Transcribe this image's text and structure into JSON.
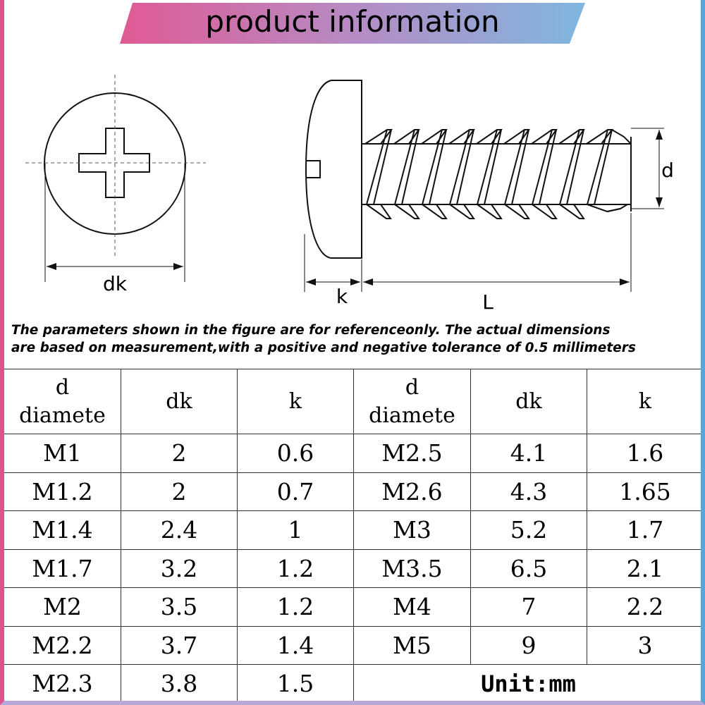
{
  "banner": {
    "title": "product information",
    "gradient_start": "#e05a94",
    "gradient_end": "#7fb7df"
  },
  "figure": {
    "labels": {
      "dk": "dk",
      "k": "k",
      "L": "L",
      "d": "d"
    }
  },
  "note": {
    "line1": "The parameters shown in the figure  are for referenceonly. The actual dimensions",
    "line2": "are based on measurement,with a positive and negative tolerance of 0.5 millimeters"
  },
  "table": {
    "headers": {
      "d_top": "d",
      "d_bottom": "diamete",
      "dk": "dk",
      "k": "k"
    },
    "rows": [
      [
        "M1",
        "2",
        "0.6",
        "M2.5",
        "4.1",
        "1.6"
      ],
      [
        "M1.2",
        "2",
        "0.7",
        "M2.6",
        "4.3",
        "1.65"
      ],
      [
        "M1.4",
        "2.4",
        "1",
        "M3",
        "5.2",
        "1.7"
      ],
      [
        "M1.7",
        "3.2",
        "1.2",
        "M3.5",
        "6.5",
        "2.1"
      ],
      [
        "M2",
        "3.5",
        "1.2",
        "M4",
        "7",
        "2.2"
      ],
      [
        "M2.2",
        "3.7",
        "1.4",
        "M5",
        "9",
        "3"
      ],
      [
        "M2.3",
        "3.8",
        "1.5"
      ]
    ],
    "unit": "Unit:mm"
  }
}
